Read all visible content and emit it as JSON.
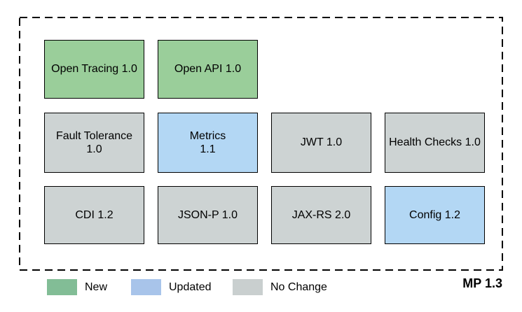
{
  "colors": {
    "box_new": "#9ace9a",
    "box_updated": "#b3d7f4",
    "box_no_change": "#cdd3d3",
    "legend_new": "#82bd96",
    "legend_updated": "#a8c4ea",
    "legend_no_change": "#c9cfcf",
    "border": "#000000"
  },
  "board": {
    "rows": [
      {
        "boxes": [
          {
            "name": "open-tracing",
            "label": "Open Tracing 1.0",
            "status": "new"
          },
          {
            "name": "open-api",
            "label": "Open API 1.0",
            "status": "new"
          }
        ]
      },
      {
        "boxes": [
          {
            "name": "fault-tolerance",
            "label": "Fault Tolerance\n1.0",
            "status": "no_change"
          },
          {
            "name": "metrics",
            "label": "Metrics\n1.1",
            "status": "updated"
          },
          {
            "name": "jwt",
            "label": "JWT 1.0",
            "status": "no_change"
          },
          {
            "name": "health-checks",
            "label": "Health Checks 1.0",
            "status": "no_change"
          }
        ]
      },
      {
        "boxes": [
          {
            "name": "cdi",
            "label": "CDI 1.2",
            "status": "no_change"
          },
          {
            "name": "json-p",
            "label": "JSON-P 1.0",
            "status": "no_change"
          },
          {
            "name": "jax-rs",
            "label": "JAX-RS 2.0",
            "status": "no_change"
          },
          {
            "name": "config",
            "label": "Config 1.2",
            "status": "updated"
          }
        ]
      }
    ]
  },
  "legend": {
    "items": [
      {
        "label": "New"
      },
      {
        "label": "Updated"
      },
      {
        "label": "No Change"
      }
    ]
  },
  "footer": {
    "version_label": "MP 1.3"
  }
}
